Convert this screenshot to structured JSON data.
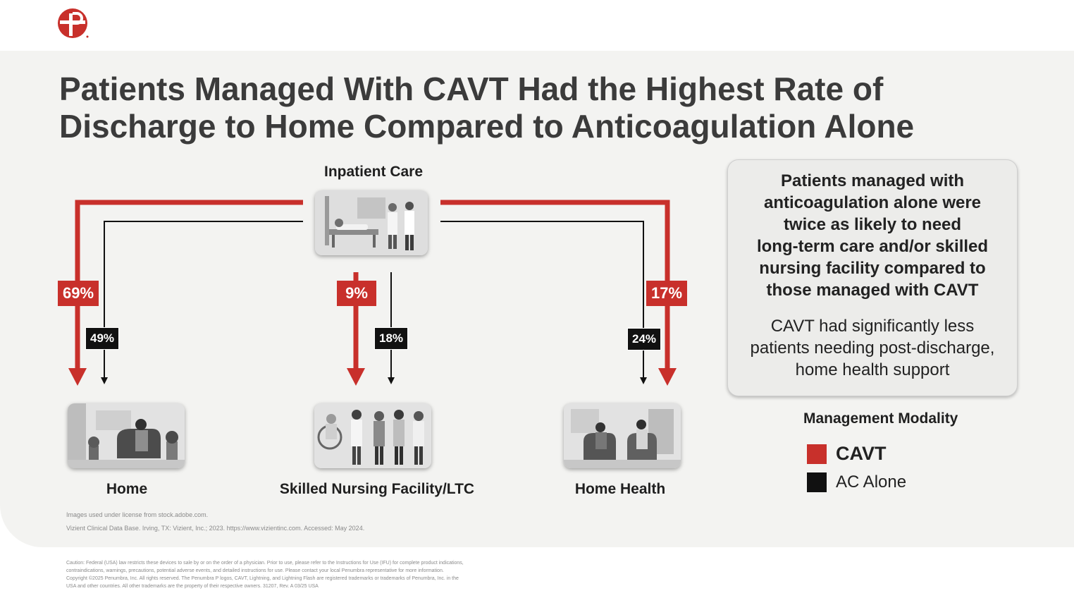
{
  "title": {
    "line1": "Patients Managed With CAVT Had the Highest Rate of",
    "line2": "Discharge to Home Compared to Anticoagulation Alone"
  },
  "colors": {
    "cavt": "#c8302b",
    "ac_alone": "#111111",
    "panel": "#f3f3f1"
  },
  "flow": {
    "source": {
      "label": "Inpatient Care",
      "icon": "hospital-bed-icon"
    },
    "destinations": [
      {
        "label": "Home",
        "icon": "home-armchair-icon",
        "cavt_pct": "69%",
        "ac_pct": "49%"
      },
      {
        "label": "Skilled Nursing Facility/LTC",
        "icon": "nursing-staff-icon",
        "cavt_pct": "9%",
        "ac_pct": "18%"
      },
      {
        "label": "Home Health",
        "icon": "home-visit-icon",
        "cavt_pct": "17%",
        "ac_pct": "24%"
      }
    ]
  },
  "callout": {
    "bold_lines": [
      "Patients managed with",
      "anticoagulation alone were",
      "twice as likely to need",
      "long-term care and/or skilled",
      "nursing facility compared to",
      "those managed with CAVT"
    ],
    "plain_lines": [
      "CAVT had significantly less",
      "patients needing post-discharge,",
      "home health support"
    ]
  },
  "legend": {
    "title": "Management Modality",
    "items": [
      {
        "label": "CAVT",
        "color": "#c8302b"
      },
      {
        "label": "AC Alone",
        "color": "#111111"
      }
    ]
  },
  "footnotes": {
    "images": "Images used under license from stock.adobe.com.",
    "source": "Vizient Clinical Data Base. Irving, TX: Vizient, Inc.; 2023. https://www.vizientinc.com. Accessed: May 2024."
  },
  "caution": [
    "Caution: Federal (USA) law restricts these devices to sale by or on the order of a physician. Prior to use, please refer to the Instructions for Use (IFU) for complete product indications,",
    "contraindications, warnings, precautions, potential adverse events, and detailed instructions for use. Please contact your local Penumbra representative for more information.",
    "Copyright ©2025 Penumbra, Inc. All rights reserved. The Penumbra P logos, CAVT, Lightning, and Lightning Flash are registered trademarks or trademarks of Penumbra, Inc. in the",
    "USA and other countries. All other trademarks are the property of their respective owners. 31207, Rev. A 03/25 USA"
  ]
}
